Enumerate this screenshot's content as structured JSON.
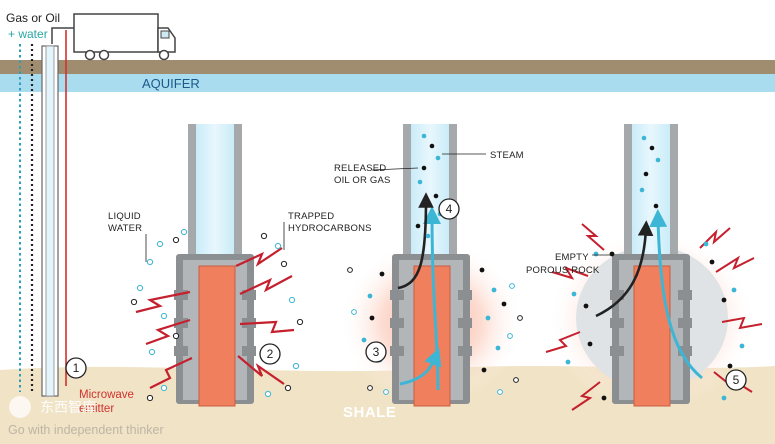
{
  "labels": {
    "gas_oil": "Gas or Oil",
    "plus_water": "+ water",
    "aquifer": "AQUIFER",
    "shale": "SHALE",
    "liquid_water_1": "LIQUID",
    "liquid_water_2": "WATER",
    "trapped_1": "TRAPPED",
    "trapped_2": "HYDROCARBONS",
    "released_1": "RELEASED",
    "released_2": "OIL OR GAS",
    "steam": "STEAM",
    "empty_1": "EMPTY",
    "empty_2": "POROUS ROCK",
    "microwave_1": "Microwave",
    "microwave_2": "emitter"
  },
  "steps": [
    "1",
    "2",
    "3",
    "4",
    "5"
  ],
  "watermark": {
    "brand": "东西智库",
    "tagline": "Go with independent thinker"
  },
  "colors": {
    "ground": "#a08d70",
    "aquifer": "#a9dcef",
    "shale": "#f1e3c5",
    "emitter": "#f07f5e",
    "steam_blue": "#3db6d6",
    "heat_red": "#c4202e",
    "pipe_gray": "#a6a9ac"
  }
}
